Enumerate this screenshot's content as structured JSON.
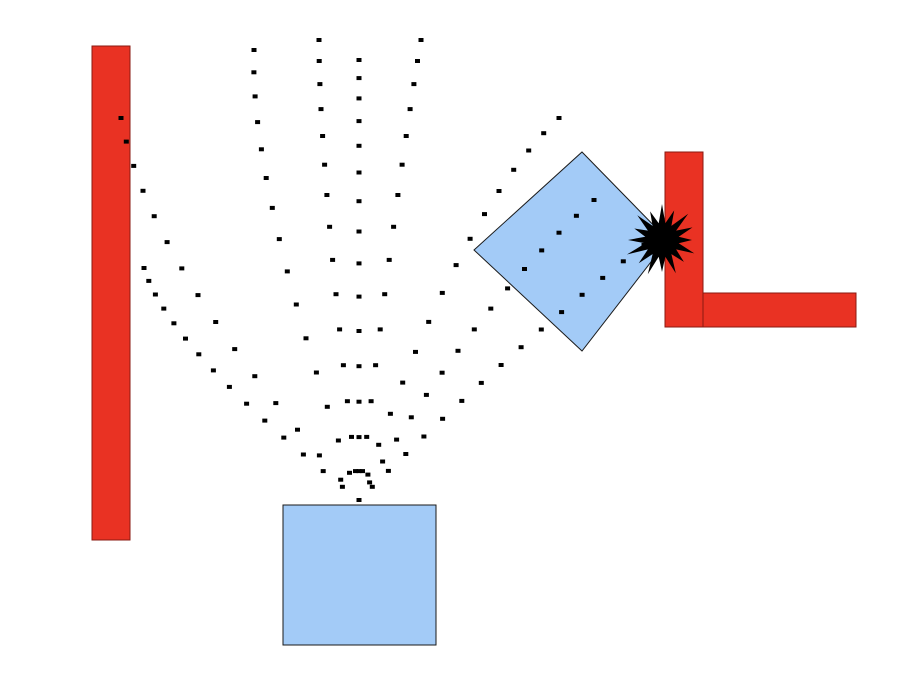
{
  "diagram": {
    "kind": "ray-trajectory-collision",
    "emitter_shape": "square",
    "target_shape": "rotated-square",
    "colors": {
      "wall": "#e93223",
      "block": "#a3cbf7",
      "outline": "#1a1a1a",
      "trail": "#000000",
      "impact": "#000000",
      "background": "#ffffff"
    },
    "trajectory_count": 9,
    "walls": [
      {
        "name": "left-wall"
      },
      {
        "name": "right-wall-vertical"
      },
      {
        "name": "right-wall-horizontal"
      }
    ],
    "has_impact_burst": true
  }
}
